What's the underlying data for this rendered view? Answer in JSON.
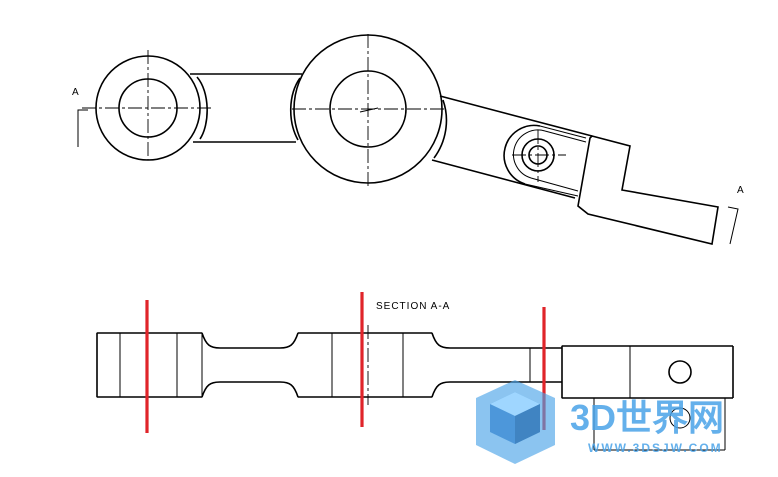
{
  "section_label_left": "A",
  "section_label_right": "A",
  "section_title": "SECTION A-A",
  "watermark": {
    "brand": "3D世界网",
    "url": "WWW.3DSJW.COM",
    "color": "#4aa3e8"
  },
  "colors": {
    "line": "#000000",
    "marker": "#e0242a"
  }
}
